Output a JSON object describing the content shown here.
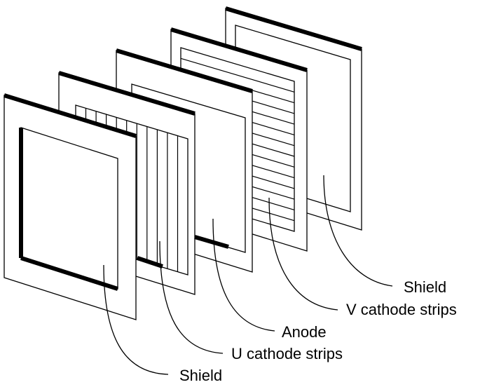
{
  "labels": {
    "shield_back": "Shield",
    "v_cathode": "V cathode strips",
    "anode": "Anode",
    "u_cathode": "U cathode strips",
    "shield_front": "Shield"
  }
}
